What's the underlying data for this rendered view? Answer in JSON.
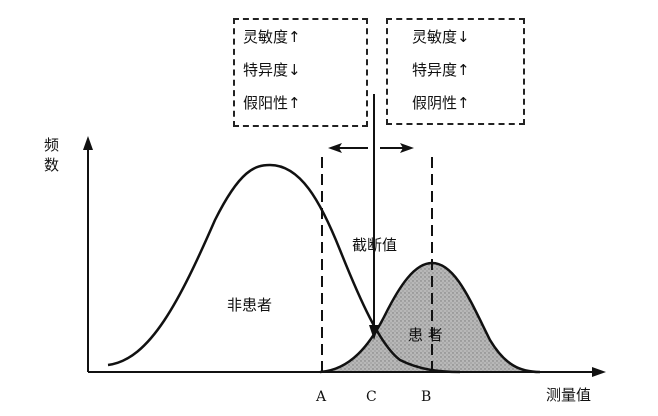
{
  "left_box": {
    "lines": [
      "灵敏度↑",
      "特异度↓",
      "假阳性↑"
    ]
  },
  "right_box": {
    "lines": [
      "灵敏度↓",
      "特异度↑",
      "假阴性↑"
    ]
  },
  "axes": {
    "y_label_1": "频",
    "y_label_2": "数",
    "x_label": "测量值"
  },
  "labels": {
    "cutoff": "截断值",
    "non_patients": "非患者",
    "patients": "患 者"
  },
  "points": {
    "a": "A",
    "c": "C",
    "b": "B"
  }
}
